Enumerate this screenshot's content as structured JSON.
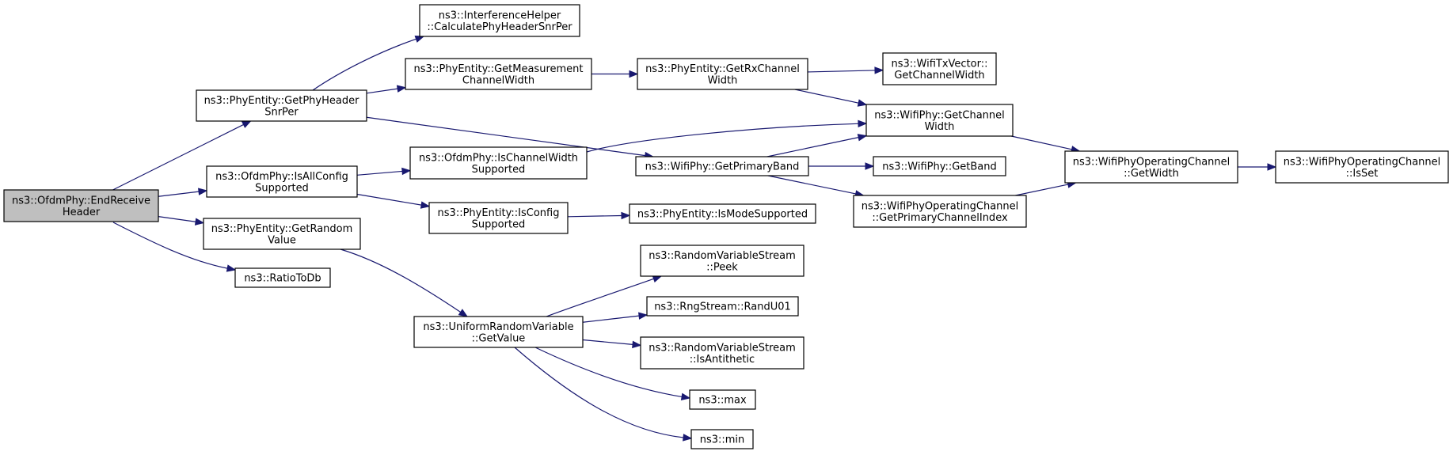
{
  "graph": {
    "colors": {
      "root_fill": "#bfbfbf",
      "node_fill": "#ffffff",
      "edge": "#191970"
    },
    "nodes": [
      {
        "id": "n0",
        "lines": [
          "ns3::OfdmPhy::EndReceive",
          "Header"
        ],
        "root": true
      },
      {
        "id": "n1",
        "lines": [
          "ns3::PhyEntity::GetPhyHeader",
          "SnrPer"
        ]
      },
      {
        "id": "n2",
        "lines": [
          "ns3::OfdmPhy::IsAllConfig",
          "Supported"
        ]
      },
      {
        "id": "n3",
        "lines": [
          "ns3::PhyEntity::GetRandom",
          "Value"
        ]
      },
      {
        "id": "n4",
        "lines": [
          "ns3::RatioToDb"
        ]
      },
      {
        "id": "n5",
        "lines": [
          "ns3::InterferenceHelper",
          "::CalculatePhyHeaderSnrPer"
        ]
      },
      {
        "id": "n6",
        "lines": [
          "ns3::PhyEntity::GetMeasurement",
          "ChannelWidth"
        ]
      },
      {
        "id": "n7",
        "lines": [
          "ns3::OfdmPhy::IsChannelWidth",
          "Supported"
        ]
      },
      {
        "id": "n8",
        "lines": [
          "ns3::PhyEntity::IsConfig",
          "Supported"
        ]
      },
      {
        "id": "n9",
        "lines": [
          "ns3::UniformRandomVariable",
          "::GetValue"
        ]
      },
      {
        "id": "n10",
        "lines": [
          "ns3::PhyEntity::GetRxChannel",
          "Width"
        ]
      },
      {
        "id": "n11",
        "lines": [
          "ns3::WifiPhy::GetPrimaryBand"
        ]
      },
      {
        "id": "n12",
        "lines": [
          "ns3::PhyEntity::IsModeSupported"
        ]
      },
      {
        "id": "n13",
        "lines": [
          "ns3::RandomVariableStream",
          "::Peek"
        ]
      },
      {
        "id": "n14",
        "lines": [
          "ns3::RngStream::RandU01"
        ]
      },
      {
        "id": "n15",
        "lines": [
          "ns3::RandomVariableStream",
          "::IsAntithetic"
        ]
      },
      {
        "id": "n16",
        "lines": [
          "ns3::max"
        ]
      },
      {
        "id": "n17",
        "lines": [
          "ns3::min"
        ]
      },
      {
        "id": "n18",
        "lines": [
          "ns3::WifiTxVector::",
          "GetChannelWidth"
        ]
      },
      {
        "id": "n19",
        "lines": [
          "ns3::WifiPhy::GetChannel",
          "Width"
        ]
      },
      {
        "id": "n20",
        "lines": [
          "ns3::WifiPhy::GetBand"
        ]
      },
      {
        "id": "n21",
        "lines": [
          "ns3::WifiPhyOperatingChannel",
          "::GetPrimaryChannelIndex"
        ]
      },
      {
        "id": "n22",
        "lines": [
          "ns3::WifiPhyOperatingChannel",
          "::GetWidth"
        ]
      },
      {
        "id": "n23",
        "lines": [
          "ns3::WifiPhyOperatingChannel",
          "::IsSet"
        ]
      }
    ],
    "edges": [
      [
        "n0",
        "n1"
      ],
      [
        "n0",
        "n2"
      ],
      [
        "n0",
        "n3"
      ],
      [
        "n0",
        "n4"
      ],
      [
        "n1",
        "n5"
      ],
      [
        "n1",
        "n6"
      ],
      [
        "n1",
        "n11"
      ],
      [
        "n2",
        "n7"
      ],
      [
        "n2",
        "n8"
      ],
      [
        "n3",
        "n9"
      ],
      [
        "n6",
        "n10"
      ],
      [
        "n7",
        "n19"
      ],
      [
        "n8",
        "n12"
      ],
      [
        "n9",
        "n13"
      ],
      [
        "n9",
        "n14"
      ],
      [
        "n9",
        "n15"
      ],
      [
        "n9",
        "n16"
      ],
      [
        "n9",
        "n17"
      ],
      [
        "n10",
        "n18"
      ],
      [
        "n10",
        "n19"
      ],
      [
        "n11",
        "n19"
      ],
      [
        "n11",
        "n20"
      ],
      [
        "n11",
        "n21"
      ],
      [
        "n19",
        "n22"
      ],
      [
        "n21",
        "n22"
      ],
      [
        "n22",
        "n23"
      ]
    ]
  }
}
